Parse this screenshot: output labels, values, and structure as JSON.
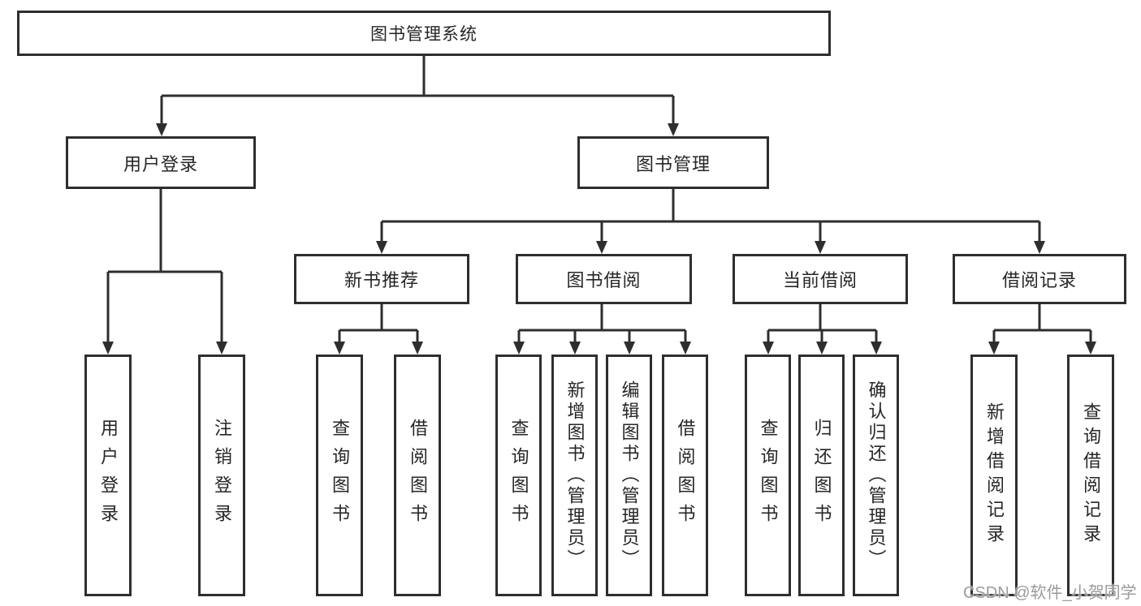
{
  "tree": {
    "root": {
      "label": "图书管理系统"
    },
    "branches": [
      {
        "label": "用户登录",
        "children": [
          {
            "label": "用户登录"
          },
          {
            "label": "注销登录"
          }
        ]
      },
      {
        "label": "图书管理",
        "groups": [
          {
            "label": "新书推荐",
            "children": [
              {
                "label": "查询图书"
              },
              {
                "label": "借阅图书"
              }
            ]
          },
          {
            "label": "图书借阅",
            "children": [
              {
                "label": "查询图书"
              },
              {
                "label": "新增图书（管理员）"
              },
              {
                "label": "编辑图书（管理员）"
              },
              {
                "label": "借阅图书"
              }
            ]
          },
          {
            "label": "当前借阅",
            "children": [
              {
                "label": "查询图书"
              },
              {
                "label": "归还图书"
              },
              {
                "label": "确认归还（管理员）"
              }
            ]
          },
          {
            "label": "借阅记录",
            "children": [
              {
                "label": "新增借阅记录"
              },
              {
                "label": "查询借阅记录"
              }
            ]
          }
        ]
      }
    ]
  },
  "watermark": {
    "text": "CSDN @软件_小贺同学"
  },
  "colors": {
    "line": "#2e2e2e",
    "text": "#262626",
    "watermark": "#9b9b9b",
    "background": "#ffffff"
  }
}
